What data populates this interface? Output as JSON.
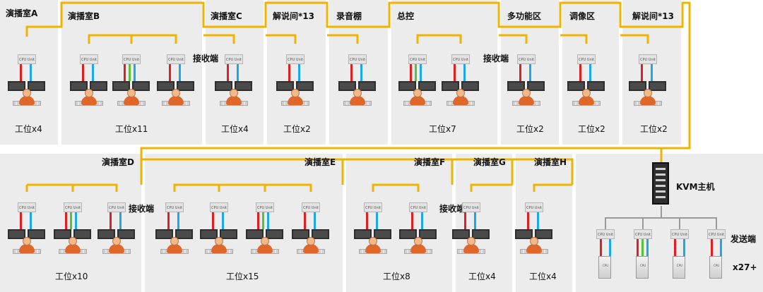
{
  "rooms_top": [
    {
      "name": "演播室A",
      "count": "工位x4"
    },
    {
      "name": "演播室B",
      "count": "工位x11"
    },
    {
      "name": "演播室C",
      "count": "工位x4"
    },
    {
      "name": "解说间*13",
      "count": "工位x2"
    },
    {
      "name": "录音棚",
      "count": ""
    },
    {
      "name": "总控",
      "count": "工位x7"
    },
    {
      "name": "多功能区",
      "count": "工位x2"
    },
    {
      "name": "调像区",
      "count": "工位x2"
    },
    {
      "name": "解说间*13",
      "count": "工位x2"
    }
  ],
  "rooms_bottom": [
    {
      "name": "演播室D",
      "count": "工位x10"
    },
    {
      "name": "演播室E",
      "count": "工位x15"
    },
    {
      "name": "演播室F",
      "count": "工位x8"
    },
    {
      "name": "演播室G",
      "count": "工位x4"
    },
    {
      "name": "演播室H",
      "count": "工位x4"
    }
  ],
  "receiver_label": "接收端",
  "kvm_label": "KVM主机",
  "sender_label": "发送端",
  "sender_count": "x27+",
  "cpu_unit_label": "CPU Unit",
  "tower_label": "CPU",
  "colors": {
    "trunk": "#f0b400",
    "red": "#e02020",
    "blue": "#1aa8e8",
    "green": "#5cbf3a",
    "room_bg": "#ececec",
    "hub_line": "#9a9a9a"
  }
}
